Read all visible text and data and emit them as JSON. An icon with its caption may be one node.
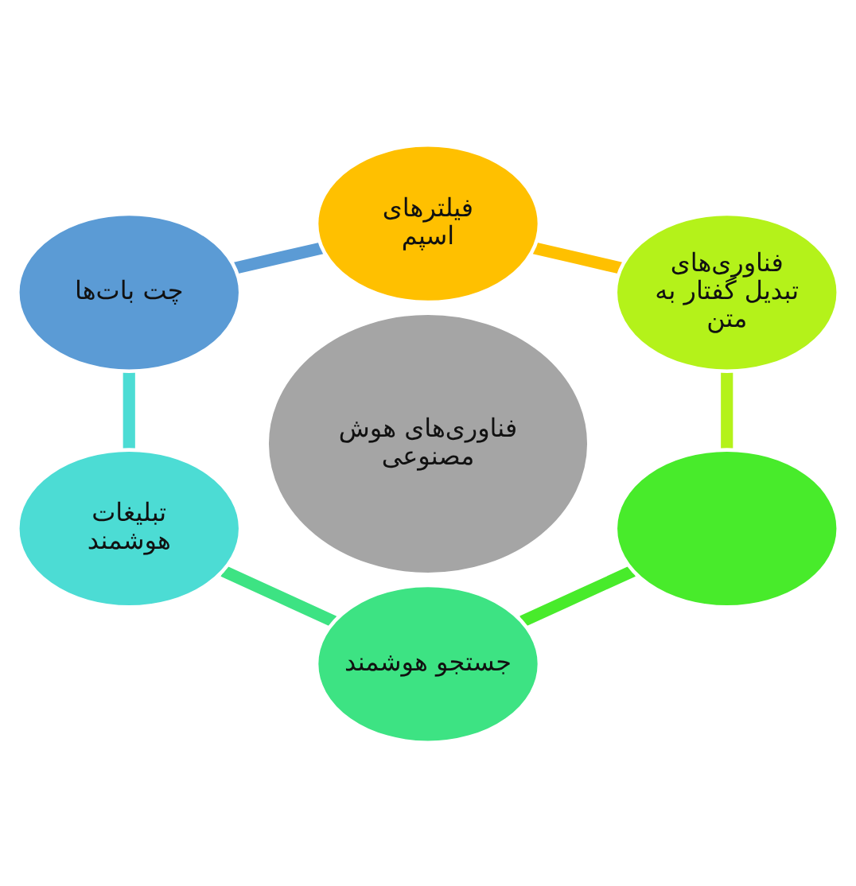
{
  "diagram": {
    "nodes": [
      {
        "text": [
          "فناوری‌های هوش مصنوعی"
        ]
      },
      {
        "text": [
          "فیلترهای اسپم"
        ]
      },
      {
        "text": [
          "فناوری‌های تبدیل گفتار به متن"
        ]
      },
      {
        "text": [],
        "shape": "ellipse"
      },
      {
        "text": [
          "جستجو هوشمند"
        ]
      },
      {
        "text": [
          "تبلیغات هوشمند"
        ]
      },
      {
        "text": [
          "چت بات‌ها"
        ]
      }
    ],
    "edges": [
      {
        "from": 1,
        "to": 2,
        "arrow": "none",
        "color": "#ffc000"
      },
      {
        "from": 2,
        "to": 3,
        "arrow": "none",
        "color": "#b4f21a"
      },
      {
        "from": 4,
        "to": 3,
        "arrow": "none",
        "color": "#48eb2b"
      },
      {
        "from": 5,
        "to": 4,
        "arrow": "none",
        "color": "#3de383"
      },
      {
        "from": 6,
        "to": 5,
        "arrow": "none",
        "color": "#4cdcd4"
      },
      {
        "from": 6,
        "to": 1,
        "arrow": "none",
        "color": "#5b9bd5"
      }
    ]
  }
}
